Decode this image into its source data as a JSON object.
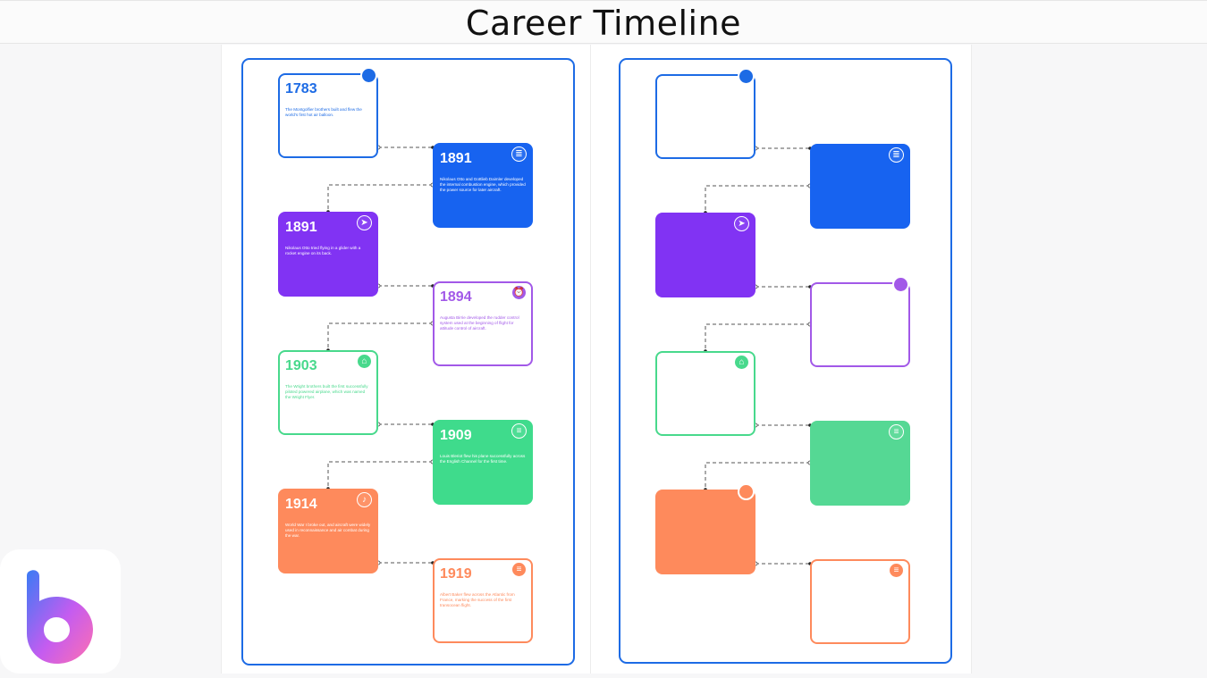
{
  "page": {
    "title": "Career Timeline"
  },
  "colors": {
    "frame": "#1d6be5",
    "blue": "#1763f0",
    "purple": "#8133f3",
    "lavender": "#a259e8",
    "green": "#48d98c",
    "orange": "#fe8a5c"
  },
  "timeline": [
    {
      "year": "1783",
      "text": "The Montgolfier brothers built and flew the world's first hot air balloon.",
      "style": "outline",
      "color": "#1d6be5",
      "icon": "dot-icon"
    },
    {
      "year": "1891",
      "text": "Nikolaus Otto and Gottlieb Daimler developed the internal combustion engine, which provided the power source for later aircraft.",
      "style": "filled",
      "color": "#1763f0",
      "icon": "document-icon"
    },
    {
      "year": "1891",
      "text": "Nikolaus Otto tried flying in a glider with a rocket engine on its back.",
      "style": "filled",
      "color": "#8133f3",
      "icon": "send-icon"
    },
    {
      "year": "1894",
      "text": "Augusta Birrie developed the rudder control system used at the beginning of flight for attitude control of aircraft.",
      "style": "outline",
      "color": "#a259e8",
      "icon": "alarm-clock-icon"
    },
    {
      "year": "1903",
      "text": "The Wright brothers built the first successfully piloted powered airplane, which was named the Wright Flyer.",
      "style": "outline",
      "color": "#48d98c",
      "icon": "home-icon"
    },
    {
      "year": "1909",
      "text": "Louis Bleriot flew his plane successfully across the English Channel for the first time.",
      "style": "filled",
      "color": "#3fdb8c",
      "icon": "message-icon"
    },
    {
      "year": "1914",
      "text": "World War I broke out, and aircraft were widely used in reconnaissance and air combat during the war.",
      "style": "filled",
      "color": "#fe8a5c",
      "icon": "speaker-icon"
    },
    {
      "year": "1919",
      "text": "Albert Baker flew across the Atlantic from France, marking the success of the first transocean flight.",
      "style": "outline",
      "color": "#fe8a5c",
      "icon": "chat-icon"
    }
  ],
  "template_panel": [
    {
      "style": "outline",
      "color": "#1d6be5",
      "icon": "dot-icon"
    },
    {
      "style": "filled",
      "color": "#1763f0",
      "icon": "document-icon"
    },
    {
      "style": "filled",
      "color": "#8133f3",
      "icon": "send-icon"
    },
    {
      "style": "outline",
      "color": "#a259e8",
      "icon": "dot-icon"
    },
    {
      "style": "outline",
      "color": "#48d98c",
      "icon": "home-icon"
    },
    {
      "style": "filled",
      "color": "#55d894",
      "icon": "message-icon"
    },
    {
      "style": "filled",
      "color": "#fe8a5c",
      "icon": "dot-icon"
    },
    {
      "style": "outline",
      "color": "#fe8a5c",
      "icon": "chat-icon"
    }
  ],
  "logo": {
    "icon": "app-logo-icon",
    "gradient": [
      "#3a7bf5",
      "#c45cf0",
      "#ff6fb0"
    ]
  }
}
